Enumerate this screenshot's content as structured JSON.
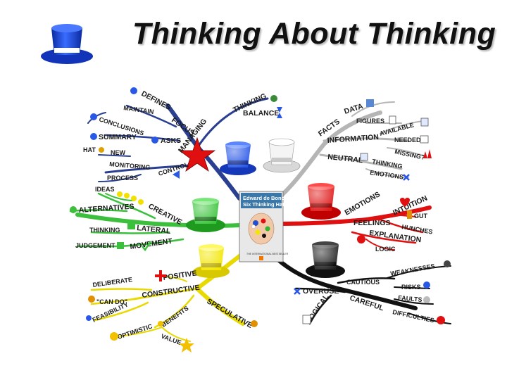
{
  "title": "Thinking About Thinking",
  "book": {
    "author": "Edward de Bono",
    "title": "Six Thinking Hats",
    "fine_print": "THE INTERNATIONAL BESTSELLER"
  },
  "hats": {
    "blue": {
      "color": "#1f4fd6",
      "branch": "MANAGING",
      "items": [
        "DEFINES",
        "MAINTAIN",
        "FOCUS",
        "THINKING",
        "BALANCE",
        "CONCLUSIONS",
        "SUMMARY",
        "ASKS",
        "HAT",
        "NEW",
        "MONITORING",
        "PROCESS",
        "CONTROL"
      ]
    },
    "white": {
      "color": "#f2f2f2",
      "branch": "FACTS",
      "items": [
        "DATA",
        "FIGURES",
        "AVAILABLE",
        "INFORMATION",
        "NEEDED",
        "NEUTRAL",
        "MISSING?",
        "THINKING",
        "EMOTIONS"
      ]
    },
    "red": {
      "color": "#e01010",
      "branch": "EMOTIONS",
      "items": [
        "INTUITION",
        "FEELINGS",
        "GUT",
        "HUNCHES",
        "EXPLANATION",
        "LOGIC"
      ]
    },
    "black": {
      "color": "#111111",
      "branch": "CAREFUL",
      "items": [
        "WEAKNESSES",
        "CAUTIOUS",
        "RISKS",
        "OVERUSE",
        "FAULTS",
        "LOGICAL",
        "DIFFICULTIES"
      ]
    },
    "yellow": {
      "color": "#f2e600",
      "branch": "SPECULATIVE",
      "items": [
        "POSITIVE",
        "DELIBERATE",
        "CONSTRUCTIVE",
        "\"CAN DO\"",
        "FEASIBILITY",
        "BENEFITS",
        "OPTIMISTIC",
        "VALUE"
      ]
    },
    "green": {
      "color": "#2fb52f",
      "branch": "CREATIVE",
      "items": [
        "IDEAS",
        "ALTERNATIVES",
        "LATERAL",
        "THINKING",
        "JUDGEMENT",
        "MOVEMENT"
      ]
    }
  }
}
